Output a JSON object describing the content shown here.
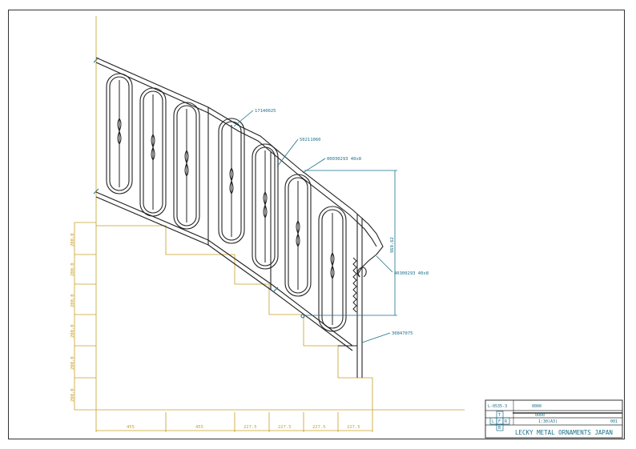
{
  "parts": {
    "p1": "17140025",
    "p2": "50211060",
    "p3": "00030293 40x8",
    "p4": "40300293 40x8",
    "p5": "30847075",
    "height": "969.62"
  },
  "dims": {
    "horizontal": [
      "455",
      "455",
      "227.5",
      "227.5",
      "227.5",
      "227.5"
    ],
    "vertical": [
      "200.0",
      "200.0",
      "200.0",
      "200.0",
      "200.0",
      "200.0"
    ]
  },
  "title_block": {
    "drawing_no": "L-0535-3",
    "field1_value": "0000",
    "field2_value": "0000",
    "scale": "1:30(A3)",
    "sheet": "001",
    "company": "LECKY METAL ORNAMENTS JAPAN",
    "logo_letters": [
      "T",
      "L",
      "F",
      "R",
      "B"
    ]
  },
  "colors": {
    "frame": "#333333",
    "railing": "#222222",
    "leader": "#1a6f8a",
    "stairs": "#c8a020"
  }
}
